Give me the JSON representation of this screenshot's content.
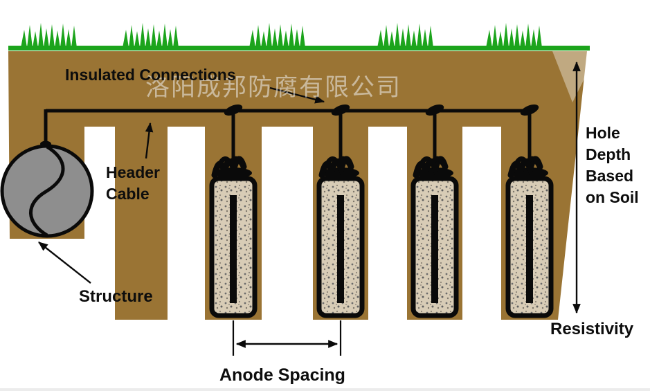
{
  "watermark": "洛阳成邦防腐有限公司",
  "labels": {
    "insulated_connections": "Insulated Connections",
    "header_cable": [
      "Header",
      "Cable"
    ],
    "structure": "Structure",
    "hole_depth": [
      "Hole",
      "Depth",
      "Based",
      "on Soil"
    ],
    "resistivity": "Resistivity",
    "anode_spacing": "Anode Spacing"
  },
  "colors": {
    "soil": "#9A7434",
    "grass": "#1CA41C",
    "gravel": "#D8CCB6",
    "structure_gray": "#8E8E8E",
    "line_black": "#0A0A0A"
  },
  "diagram": {
    "anode_count": 4,
    "anode_centers_x": [
      337,
      492,
      628,
      765
    ]
  }
}
